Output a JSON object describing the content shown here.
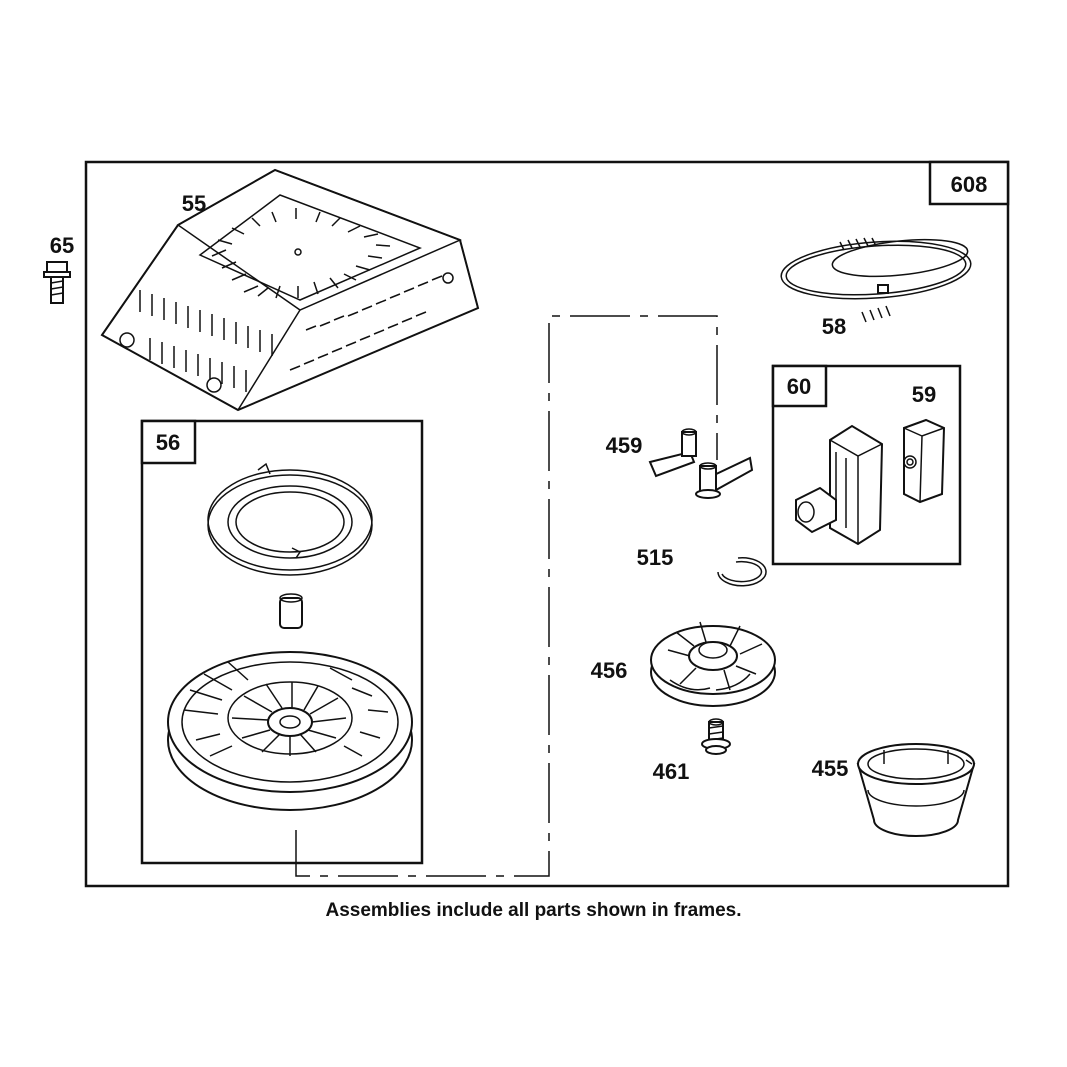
{
  "caption": "Assemblies include all parts shown in frames.",
  "labels": {
    "p608": "608",
    "p55": "55",
    "p65": "65",
    "p58": "58",
    "p56": "56",
    "p60": "60",
    "p59": "59",
    "p459": "459",
    "p515": "515",
    "p456": "456",
    "p461": "461",
    "p455": "455"
  }
}
